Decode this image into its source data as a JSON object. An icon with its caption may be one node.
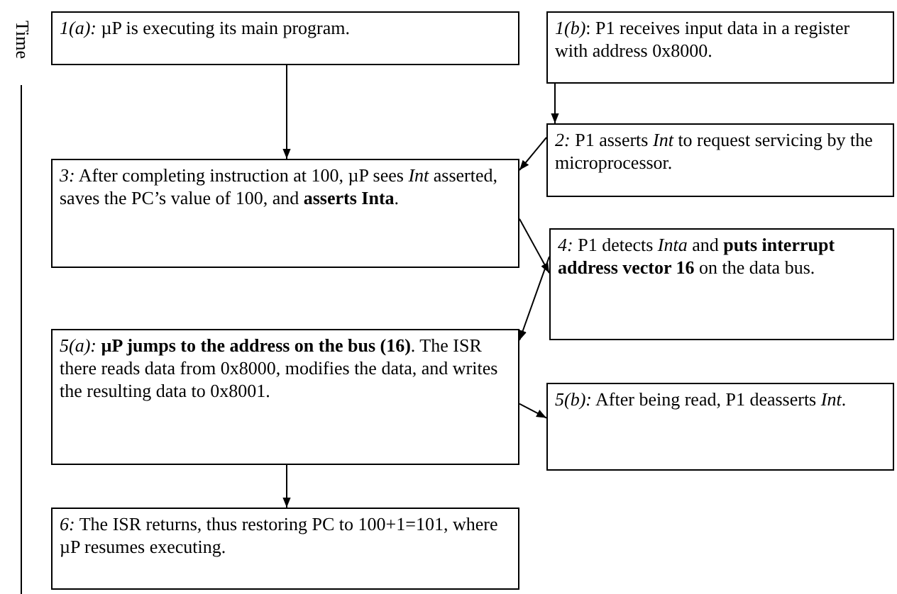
{
  "diagram": {
    "nodes": [
      {
        "text": [
          "*1(a):* µP is executing its main program."
        ]
      },
      {
        "text": [
          "*1(b)*: P1 receives input data in a register with address 0x8000."
        ]
      },
      {
        "text": [
          "*2:* P1 asserts *Int* to request servicing by the microprocessor."
        ]
      },
      {
        "text": [
          "*3:* After completing instruction at 100, µP sees *Int* asserted, saves the PC’s value of 100, and **asserts Inta**."
        ]
      },
      {
        "text": [
          "*4:* P1 detects *Inta* and **puts interrupt address vector 16** on the data bus."
        ]
      },
      {
        "text": [
          "*5(a):* **µP jumps to the address on the bus (16)**. The ISR there reads data from 0x8000, modifies the data, and writes the resulting data to 0x8001."
        ]
      },
      {
        "text": [
          "*5(b):* After being read, P1 deasserts *Int*."
        ]
      },
      {
        "text": [
          "*6:* The ISR returns, thus restoring PC to 100+1=101, where µP resumes executing."
        ]
      }
    ],
    "edges": [
      {
        "from": 0,
        "to": 3,
        "arrow": "to"
      },
      {
        "from": 1,
        "to": 2,
        "arrow": "to"
      },
      {
        "from": 2,
        "to": 3,
        "arrow": "to"
      },
      {
        "from": 3,
        "to": 4,
        "arrow": "to"
      },
      {
        "from": 4,
        "to": 5,
        "arrow": "to"
      },
      {
        "from": 5,
        "to": 6,
        "arrow": "to"
      },
      {
        "from": 5,
        "to": 7,
        "arrow": "to"
      }
    ],
    "labels": [
      "Time"
    ]
  }
}
